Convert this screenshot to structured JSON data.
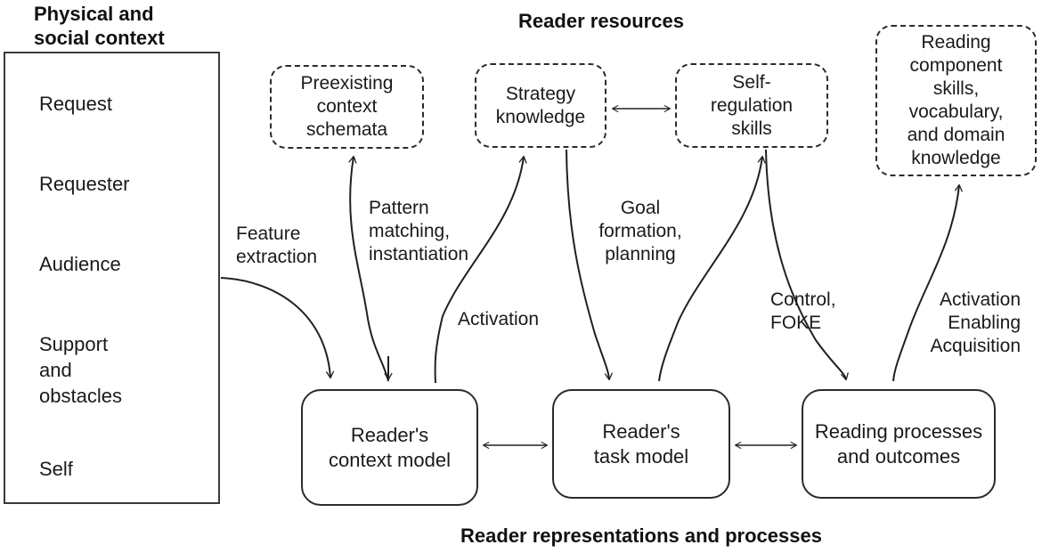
{
  "diagram": {
    "headings": {
      "left": "Physical and\nsocial context",
      "top": "Reader resources",
      "bottom": "Reader representations and processes"
    },
    "context_box": {
      "items": [
        "Request",
        "Requester",
        "Audience",
        "Support\nand\nobstacles",
        "Self"
      ]
    },
    "resource_boxes": [
      {
        "id": "preexisting-context-schemata",
        "label": "Preexisting\ncontext\nschemata"
      },
      {
        "id": "strategy-knowledge",
        "label": "Strategy\nknowledge"
      },
      {
        "id": "self-regulation-skills",
        "label": "Self-\nregulation\nskills"
      },
      {
        "id": "reading-component-skills",
        "label": "Reading\ncomponent\nskills,\nvocabulary,\nand domain\nknowledge"
      }
    ],
    "process_boxes": [
      {
        "id": "readers-context-model",
        "label": "Reader's\ncontext model"
      },
      {
        "id": "readers-task-model",
        "label": "Reader's\ntask model"
      },
      {
        "id": "reading-processes-and-outcomes",
        "label": "Reading processes\nand outcomes"
      }
    ],
    "edge_labels": [
      {
        "id": "feature-extraction",
        "text": "Feature\nextraction"
      },
      {
        "id": "pattern-matching-instantiation",
        "text": "Pattern\nmatching,\ninstantiation"
      },
      {
        "id": "activation",
        "text": "Activation"
      },
      {
        "id": "goal-formation-planning",
        "text": "Goal\nformation,\nplanning"
      },
      {
        "id": "control-foke",
        "text": "Control,\nFOKE"
      },
      {
        "id": "activation-enabling-acquisition",
        "text": "Activation\nEnabling\nAcquisition"
      }
    ],
    "colors": {
      "ink": "#1a1a1a",
      "stroke": "#2b2b2b",
      "background": "#ffffff"
    }
  }
}
